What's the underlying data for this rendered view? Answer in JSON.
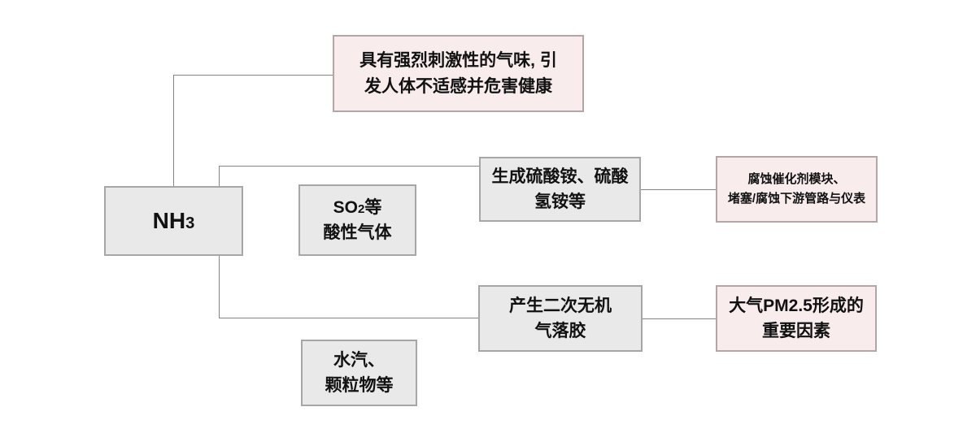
{
  "colors": {
    "bg": "#ffffff",
    "gray_fill": "#e9e9e9",
    "gray_border": "#a6a6a6",
    "pink_fill": "#f8ecec",
    "pink_border": "#b5a6a6",
    "line": "#848484",
    "text": "#111111"
  },
  "diagram": {
    "nh3": {
      "formula_main": "NH",
      "formula_digit": "3"
    },
    "odor_effect": {
      "text": "具有强烈刺激性的气味, 引\n发人体不适感并危害健康"
    },
    "so2": {
      "line1_main": "SO",
      "line1_digit": "2",
      "line1_tail": "等",
      "line2": "酸性气体"
    },
    "sulfate": {
      "text": "生成硫酸铵、硫酸\n氢铵等"
    },
    "corrosion_effect": {
      "text": "腐蚀催化剂模块、\n堵塞/腐蚀下游管路与仪表"
    },
    "aerosol": {
      "text": "产生二次无机\n气落胶"
    },
    "pm25_effect": {
      "text": "大气PM2.5形成的\n重要因素"
    },
    "moisture": {
      "text": "水汽、\n颗粒物等"
    }
  }
}
